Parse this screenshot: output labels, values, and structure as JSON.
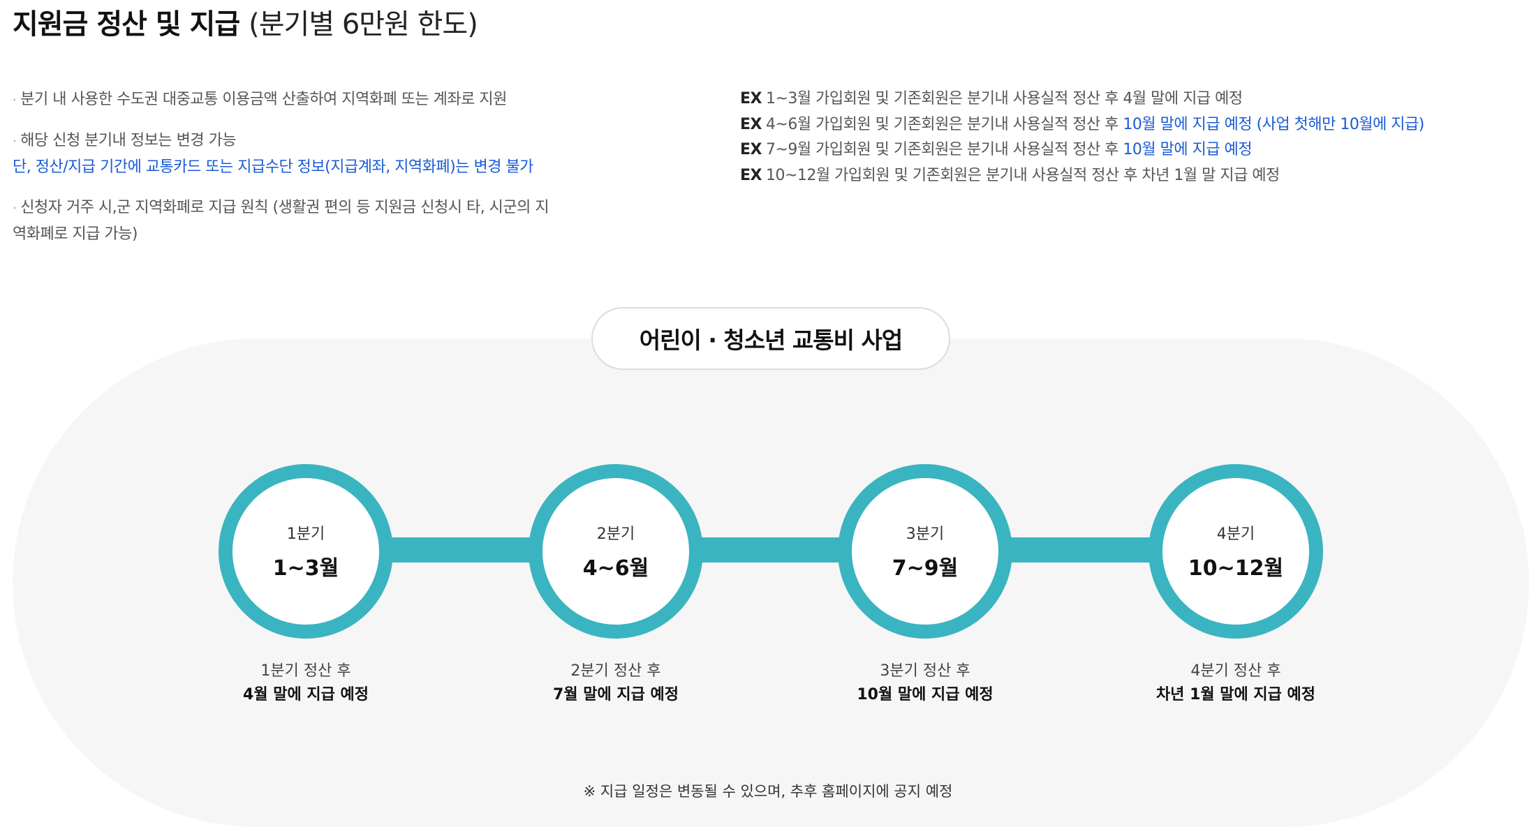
{
  "header": {
    "title_main": "지원금 정산 및 지급",
    "title_sub": "(분기별 6만원 한도)"
  },
  "bullets": [
    {
      "lines": [
        {
          "text": "분기 내 사용한 수도권 대중교통 이용금액 산출하여 지역화폐 또는 계좌로 지원",
          "highlight": false
        }
      ]
    },
    {
      "lines": [
        {
          "text": "해당 신청 분기내 정보는 변경 가능",
          "highlight": false
        },
        {
          "text": "단, 정산/지급 기간에 교통카드 또는 지급수단 정보(지급계좌, 지역화폐)는 변경 불가",
          "highlight": true
        }
      ]
    },
    {
      "lines": [
        {
          "text": "신청자 거주 시,군 지역화폐로 지급 원칙 (생활권 편의 등 지원금 신청시 타, 시군의 지",
          "highlight": false
        },
        {
          "text": "역화폐로 지급 가능)",
          "highlight": false
        }
      ]
    }
  ],
  "examples": [
    {
      "label": "EX",
      "text": "1~3월 가입회원 및 기존회원은 분기내 사용실적 정산 후 4월 말에 지급 예정",
      "highlight": ""
    },
    {
      "label": "EX",
      "text": "4~6월 가입회원 및 기존회원은 분기내 사용실적 정산 후 ",
      "highlight": "10월 말에 지급 예정 (사업 첫해만 10월에 지급)"
    },
    {
      "label": "EX",
      "text": "7~9월 가입회원 및 기존회원은 분기내 사용실적 정산 후 ",
      "highlight": "10월 말에 지급 예정"
    },
    {
      "label": "EX",
      "text": "10~12월 가입회원 및 기존회원은 분기내 사용실적 정산 후 차년 1월 말 지급 예정",
      "highlight": ""
    }
  ],
  "program": {
    "title": "어린이 · 청소년 교통비 사업"
  },
  "quarters": [
    {
      "quarter": "1분기",
      "months": "1~3월",
      "caption1": "1분기 정산 후",
      "caption2": "4월 말에 지급 예정"
    },
    {
      "quarter": "2분기",
      "months": "4~6월",
      "caption1": "2분기 정산 후",
      "caption2": "7월 말에 지급 예정"
    },
    {
      "quarter": "3분기",
      "months": "7~9월",
      "caption1": "3분기 정산 후",
      "caption2": "10월 말에 지급 예정"
    },
    {
      "quarter": "4분기",
      "months": "10~12월",
      "caption1": "4분기 정산 후",
      "caption2": "차년 1월 말에 지급 예정"
    }
  ],
  "note": "※ 지급 일정은 변동될 수 있으며, 추후 홈페이지에 공지 예정",
  "colors": {
    "accent": "#3ab4c1",
    "link_blue": "#1a5ad7",
    "panel_bg": "#f6f6f6"
  }
}
